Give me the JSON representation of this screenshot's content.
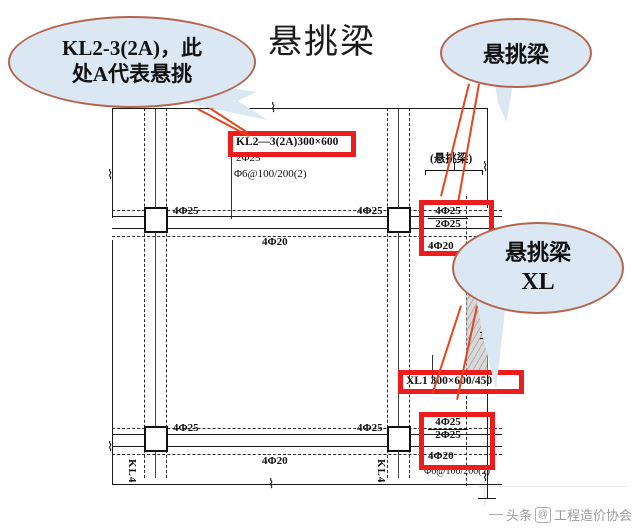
{
  "title": "悬挑梁",
  "callouts": [
    {
      "name": "kl2-annotation",
      "lines": [
        "KL2-3(2A)，此",
        "处A代表悬挑"
      ]
    },
    {
      "name": "cantilever-top",
      "lines": [
        "悬挑梁"
      ]
    },
    {
      "name": "cantilever-xl",
      "lines": [
        "悬挑梁",
        "XL"
      ]
    }
  ],
  "drawing": {
    "beam_main_label": "KL2—3(2A)300×600",
    "beam_main_rebar_top": "2Φ25",
    "beam_main_stirrup": "Φ6@100/200(2)",
    "cantilever_tag": "(悬挑梁)",
    "xl_label": "XL1 300×600/450",
    "column_rebar": "4Φ25",
    "span_rebar": "4Φ20",
    "stack_top": "4Φ25",
    "stack_bottom": "2Φ25",
    "lower_rebar": "4Φ20",
    "lower_stirrup": "Φ6@100/200(2)",
    "frame_beam_left": "KL4",
    "frame_beam_right": "KL4",
    "rebar_labels": {
      "r1": "4Φ25",
      "r2": "4Φ25",
      "r3": "4Φ25",
      "r4": "4Φ25",
      "mid1": "4Φ20",
      "mid2": "4Φ20"
    }
  },
  "watermark": {
    "source": "头条",
    "at": "@",
    "account": "工程造价协会"
  },
  "colors": {
    "highlight_box": "#ee1c1c",
    "bubble_fill": "#dbe7f3",
    "bubble_border": "#b5654e",
    "arrow": "#e8431f",
    "line": "#1a1a1a"
  }
}
